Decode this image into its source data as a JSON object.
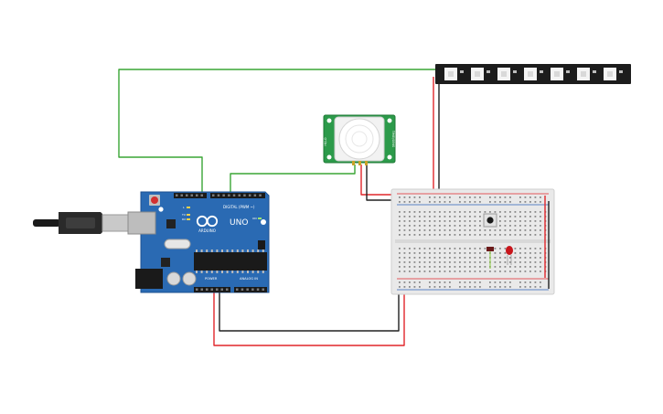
{
  "arduino": {
    "brand_text": "ARDUINO",
    "model_text": "UNO",
    "digital_label": "DIGITAL (PWM ~)",
    "power_label": "POWER",
    "analog_label": "ANALOG IN",
    "tx_label": "TX",
    "rx_label": "RX",
    "on_label": "ON",
    "l_label": "L"
  },
  "pir": {
    "left_pin_label": "HI/LO",
    "right_pin_label": "TIME/SENS"
  },
  "colors": {
    "board": "#2a6ab3",
    "board_dark": "#1f5290",
    "pir_board": "#2c9a4a",
    "led_strip": "#1c1c1c",
    "wire_green": "#3aa635",
    "wire_red": "#e0262a",
    "wire_black": "#202020",
    "breadboard": "#e9e9e9",
    "led_red": "#c8151b"
  }
}
